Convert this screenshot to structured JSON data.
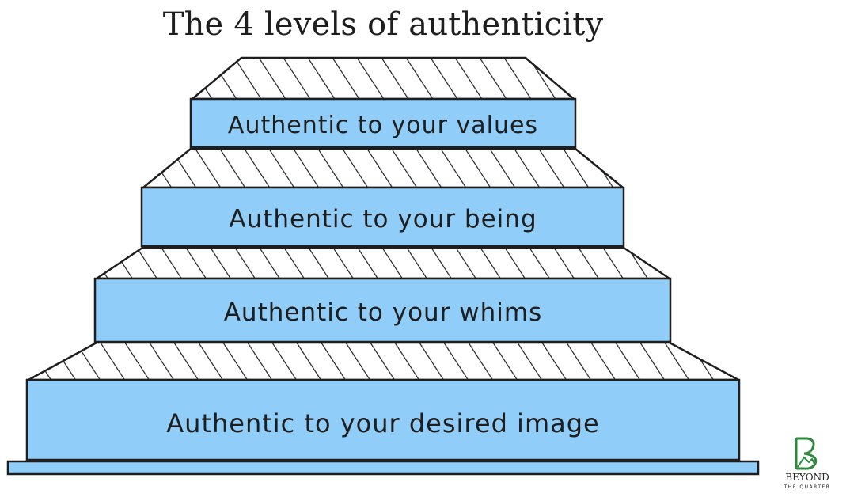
{
  "title": "The 4 levels of authenticity",
  "levels": [
    {
      "label": "Authentic to your values"
    },
    {
      "label": "Authentic to your being"
    },
    {
      "label": "Authentic to your whims"
    },
    {
      "label": "Authentic to your desired image"
    }
  ],
  "logo": {
    "name": "BEYOND",
    "sub": "THE QUARTER",
    "mark_icon": "b-mountain-logo-icon"
  },
  "colors": {
    "step_fill": "#90cdf8",
    "stroke": "#1e1e1e",
    "logo_green": "#2f8a3e",
    "background": "#ffffff"
  }
}
